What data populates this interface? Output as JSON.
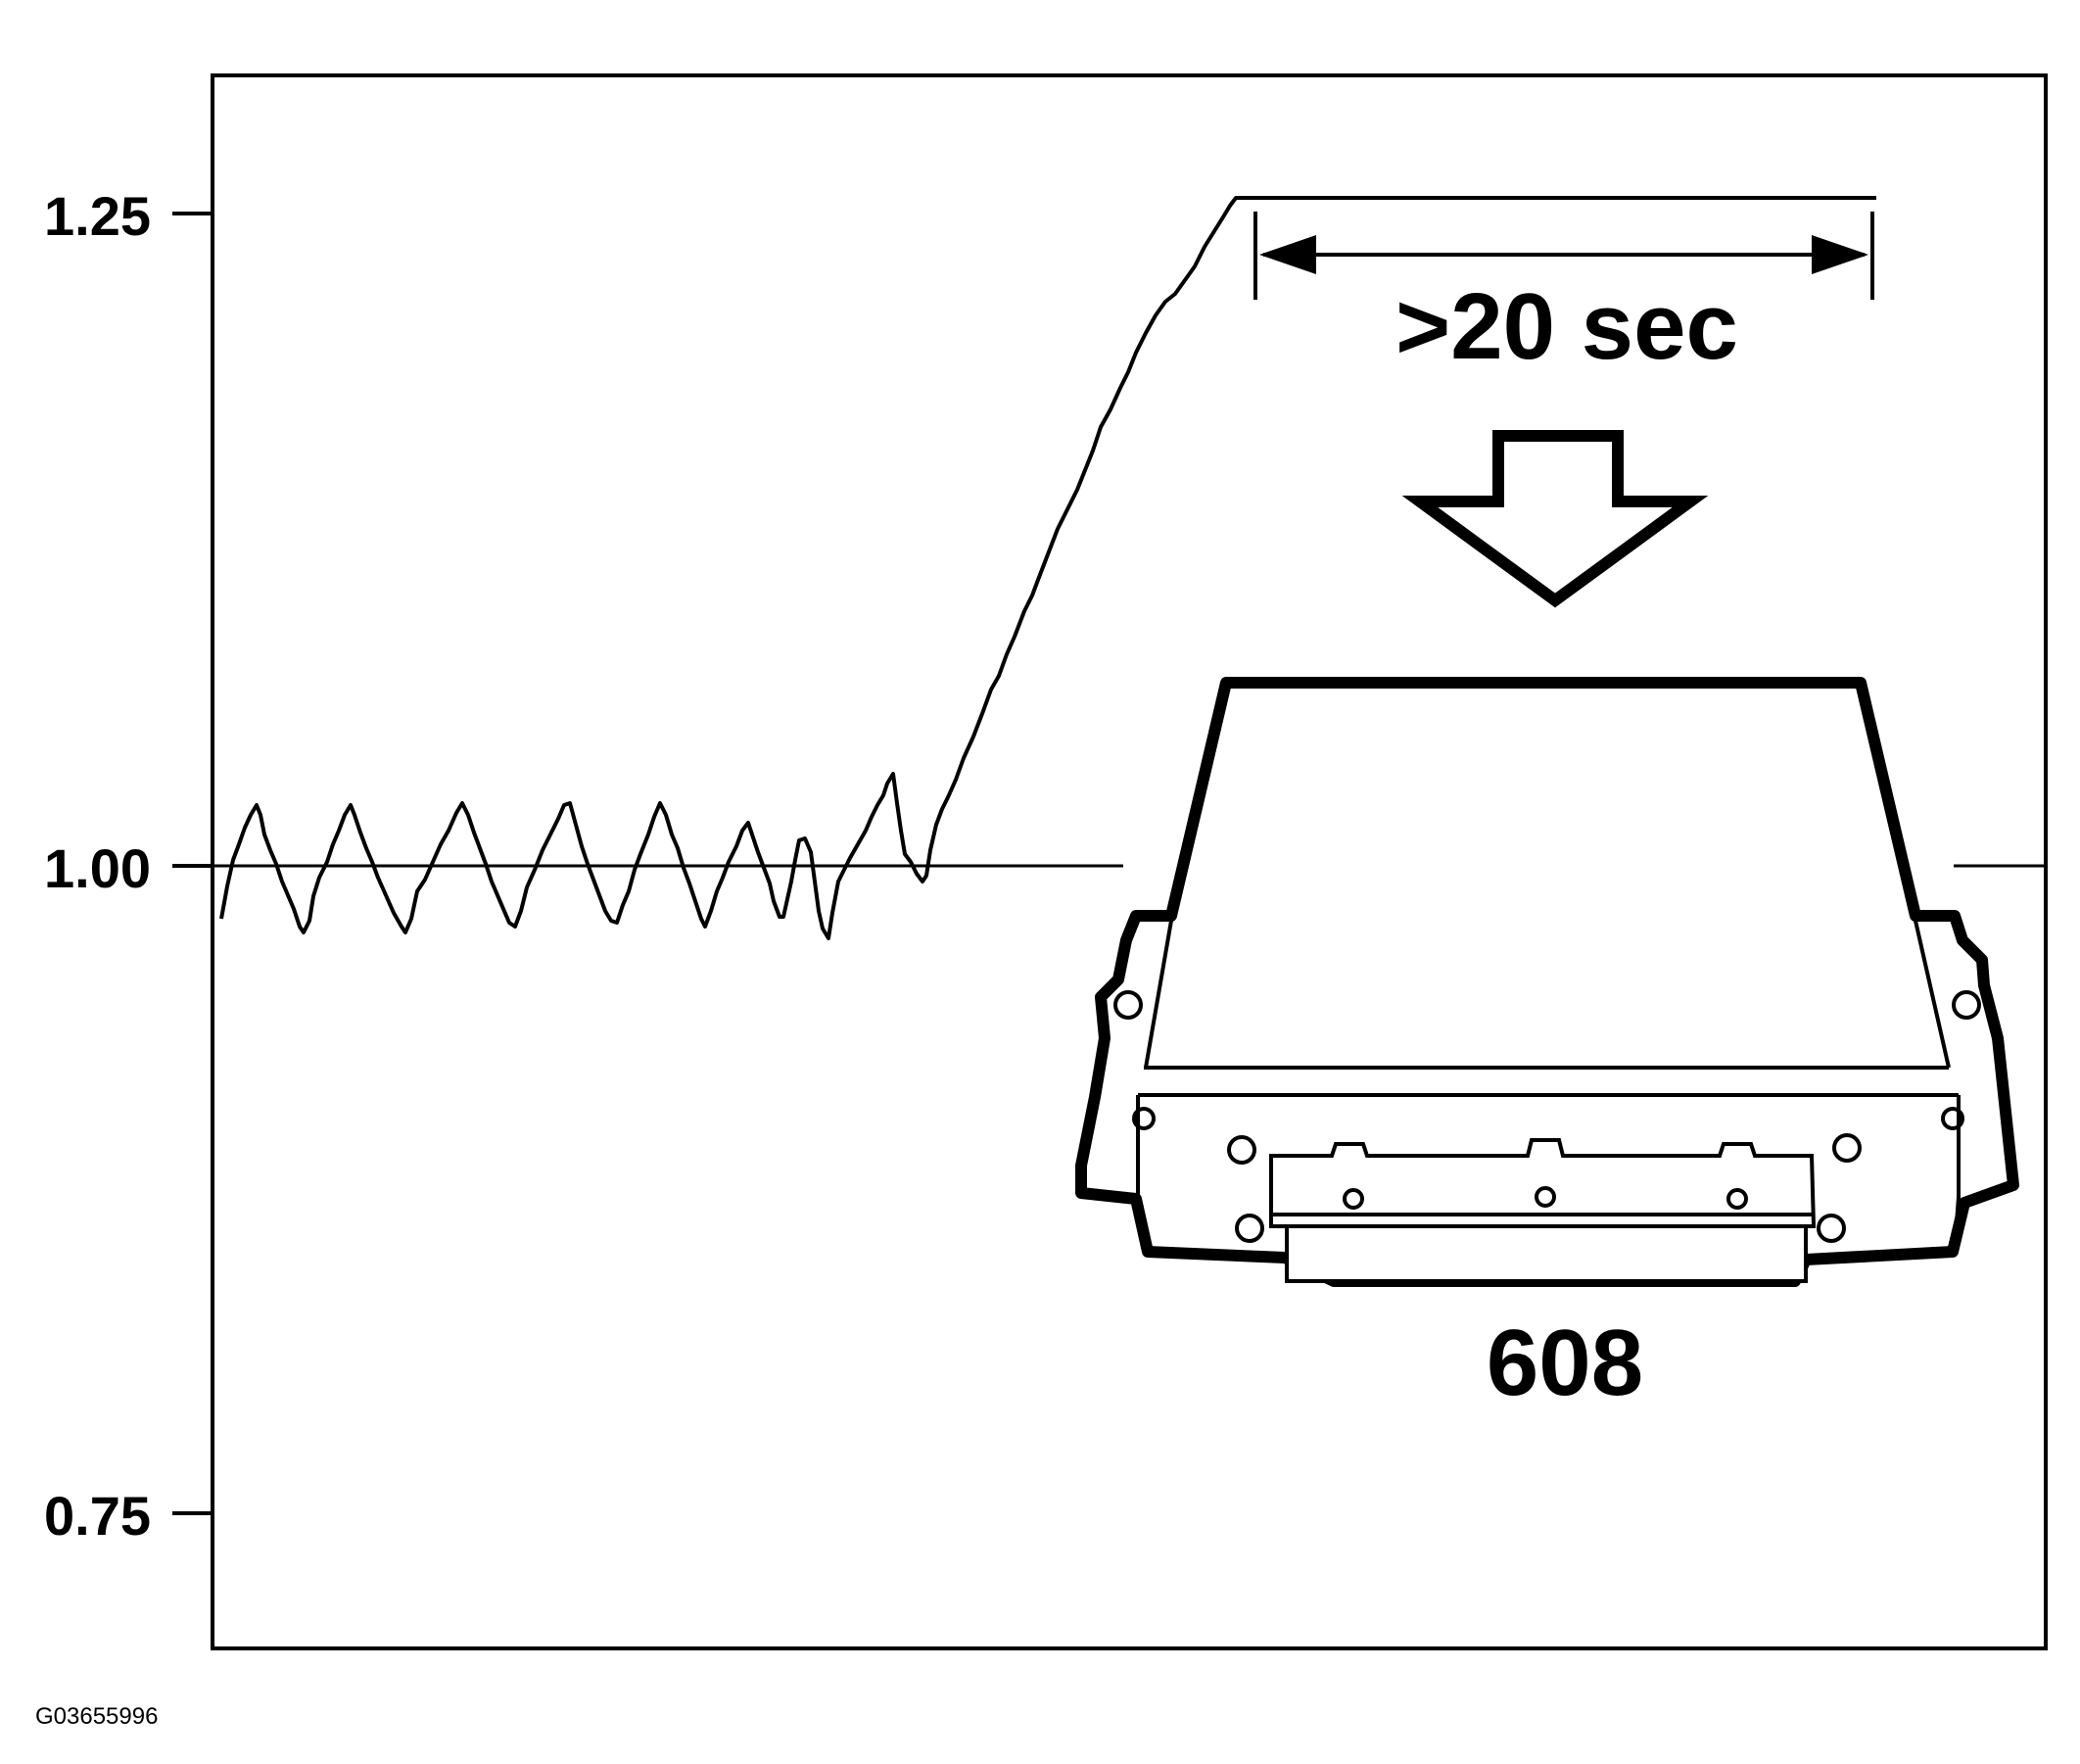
{
  "diagram": {
    "y_axis": {
      "ticks": [
        {
          "value": 1.25,
          "label": "1.25"
        },
        {
          "value": 1.0,
          "label": "1.00"
        },
        {
          "value": 0.75,
          "label": "0.75"
        }
      ]
    },
    "duration_label": ">20 sec",
    "component_number": "608",
    "figure_id": "G03655996",
    "signal": {
      "description_shape": "oscillating-then-ramp-to-plateau",
      "oscillation_center": 1.0,
      "plateau_value": 1.25
    }
  }
}
